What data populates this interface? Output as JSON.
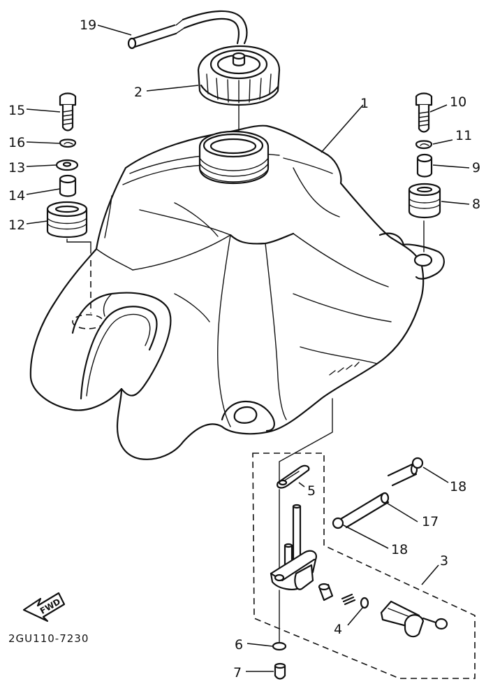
{
  "diagram_code": "2GU110-7230",
  "fwd_label": "FWD",
  "callouts": [
    {
      "id": "1",
      "label": "1"
    },
    {
      "id": "2",
      "label": "2"
    },
    {
      "id": "3",
      "label": "3"
    },
    {
      "id": "4",
      "label": "4"
    },
    {
      "id": "5",
      "label": "5"
    },
    {
      "id": "6",
      "label": "6"
    },
    {
      "id": "7",
      "label": "7"
    },
    {
      "id": "8",
      "label": "8"
    },
    {
      "id": "9",
      "label": "9"
    },
    {
      "id": "10",
      "label": "10"
    },
    {
      "id": "11",
      "label": "11"
    },
    {
      "id": "12",
      "label": "12"
    },
    {
      "id": "13",
      "label": "13"
    },
    {
      "id": "14",
      "label": "14"
    },
    {
      "id": "15",
      "label": "15"
    },
    {
      "id": "16",
      "label": "16"
    },
    {
      "id": "17",
      "label": "17"
    },
    {
      "id": "18a",
      "label": "18"
    },
    {
      "id": "18b",
      "label": "18"
    },
    {
      "id": "19",
      "label": "19"
    }
  ]
}
